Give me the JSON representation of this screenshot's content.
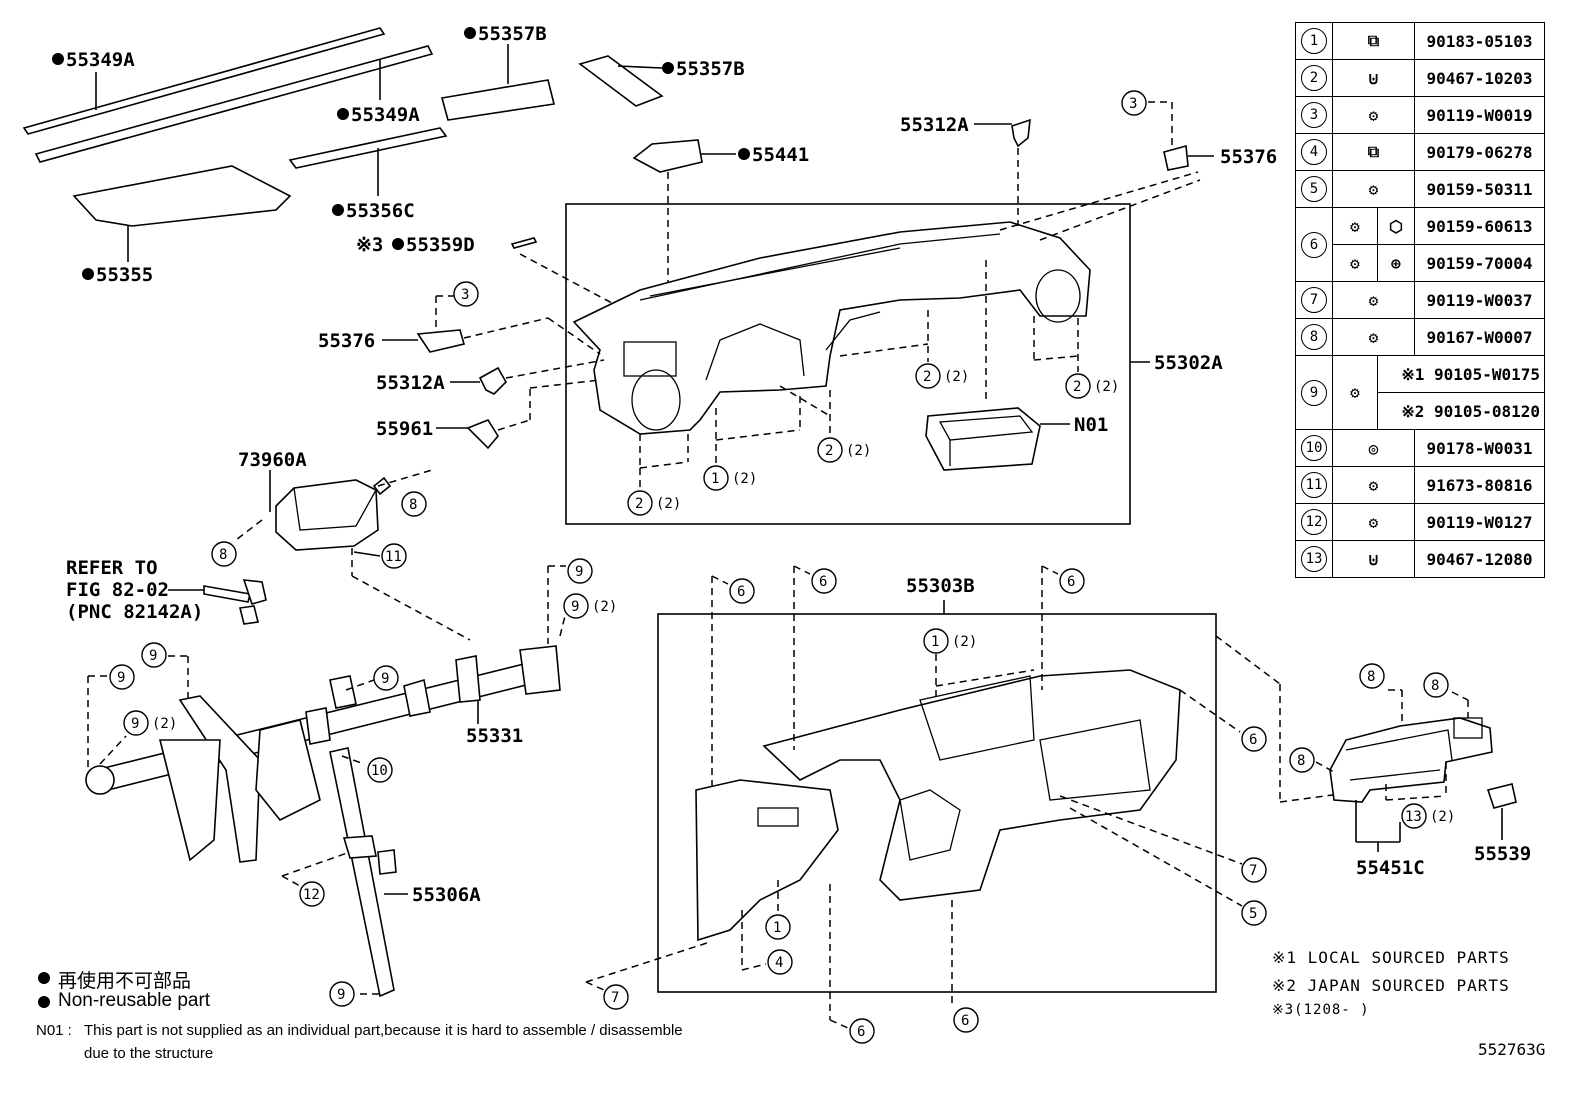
{
  "labels": {
    "p55349A_1": "55349A",
    "p55349A_2": "55349A",
    "p55357B_1": "55357B",
    "p55357B_2": "55357B",
    "p55441": "55441",
    "p55356C": "55356C",
    "p55355": "55355",
    "p55359D": "55359D",
    "p55359D_mark": "※3",
    "p55312A_1": "55312A",
    "p55312A_2": "55312A",
    "p55376_1": "55376",
    "p55376_2": "55376",
    "p55961": "55961",
    "p55302A": "55302A",
    "pN01": "N01",
    "p73960A": "73960A",
    "refer1": "REFER TO",
    "refer2": "FIG 82-02",
    "refer3": "(PNC 82142A)",
    "p55331": "55331",
    "p55306A": "55306A",
    "p55303B": "55303B",
    "p55451C": "55451C",
    "p55539": "55539",
    "qty2": "(2)"
  },
  "fastener_table": [
    {
      "num": "1",
      "icon": "clip-icon",
      "pn": "90183-05103"
    },
    {
      "num": "2",
      "icon": "clip-icon",
      "pn": "90467-10203"
    },
    {
      "num": "3",
      "icon": "screw-icon",
      "pn": "90119-W0019"
    },
    {
      "num": "4",
      "icon": "nut-clip-icon",
      "pn": "90179-06278"
    },
    {
      "num": "5",
      "icon": "screw-icon",
      "pn": "90159-50311"
    },
    {
      "num": "6a",
      "icon": "screw-icon",
      "pn": "90159-60613"
    },
    {
      "num": "6b",
      "icon": "screw-icon",
      "pn": "90159-70004"
    },
    {
      "num": "7",
      "icon": "screw-icon",
      "pn": "90119-W0037"
    },
    {
      "num": "8",
      "icon": "screw-icon",
      "pn": "90167-W0007"
    },
    {
      "num": "9a",
      "icon": "screw-icon",
      "pn": "90105-W0175",
      "mark": "※1"
    },
    {
      "num": "9b",
      "icon": "screw-icon",
      "pn": "90105-08120",
      "mark": "※2"
    },
    {
      "num": "10",
      "icon": "nut-icon",
      "pn": "90178-W0031"
    },
    {
      "num": "11",
      "icon": "screw-icon",
      "pn": "91673-80816"
    },
    {
      "num": "12",
      "icon": "screw-icon",
      "pn": "90119-W0127"
    },
    {
      "num": "13",
      "icon": "clip-icon",
      "pn": "90467-12080"
    }
  ],
  "table_nums": {
    "n1": "1",
    "n2": "2",
    "n3": "3",
    "n4": "4",
    "n5": "5",
    "n6": "6",
    "n7": "7",
    "n8": "8",
    "n9": "9",
    "n10": "10",
    "n11": "11",
    "n12": "12",
    "n13": "13"
  },
  "legend": {
    "jp": "再使用不可部品",
    "en": "Non-reusable part",
    "note_code": "N01 :",
    "note_line1": "This part is not supplied as an individual part,because it is hard to assemble / disassemble",
    "note_line2": "due to the structure"
  },
  "sources": {
    "s1": "※1 LOCAL SOURCED PARTS",
    "s2": "※2 JAPAN SOURCED PARTS",
    "s3": "※3(1208-   )"
  },
  "figure_id": "552763G"
}
